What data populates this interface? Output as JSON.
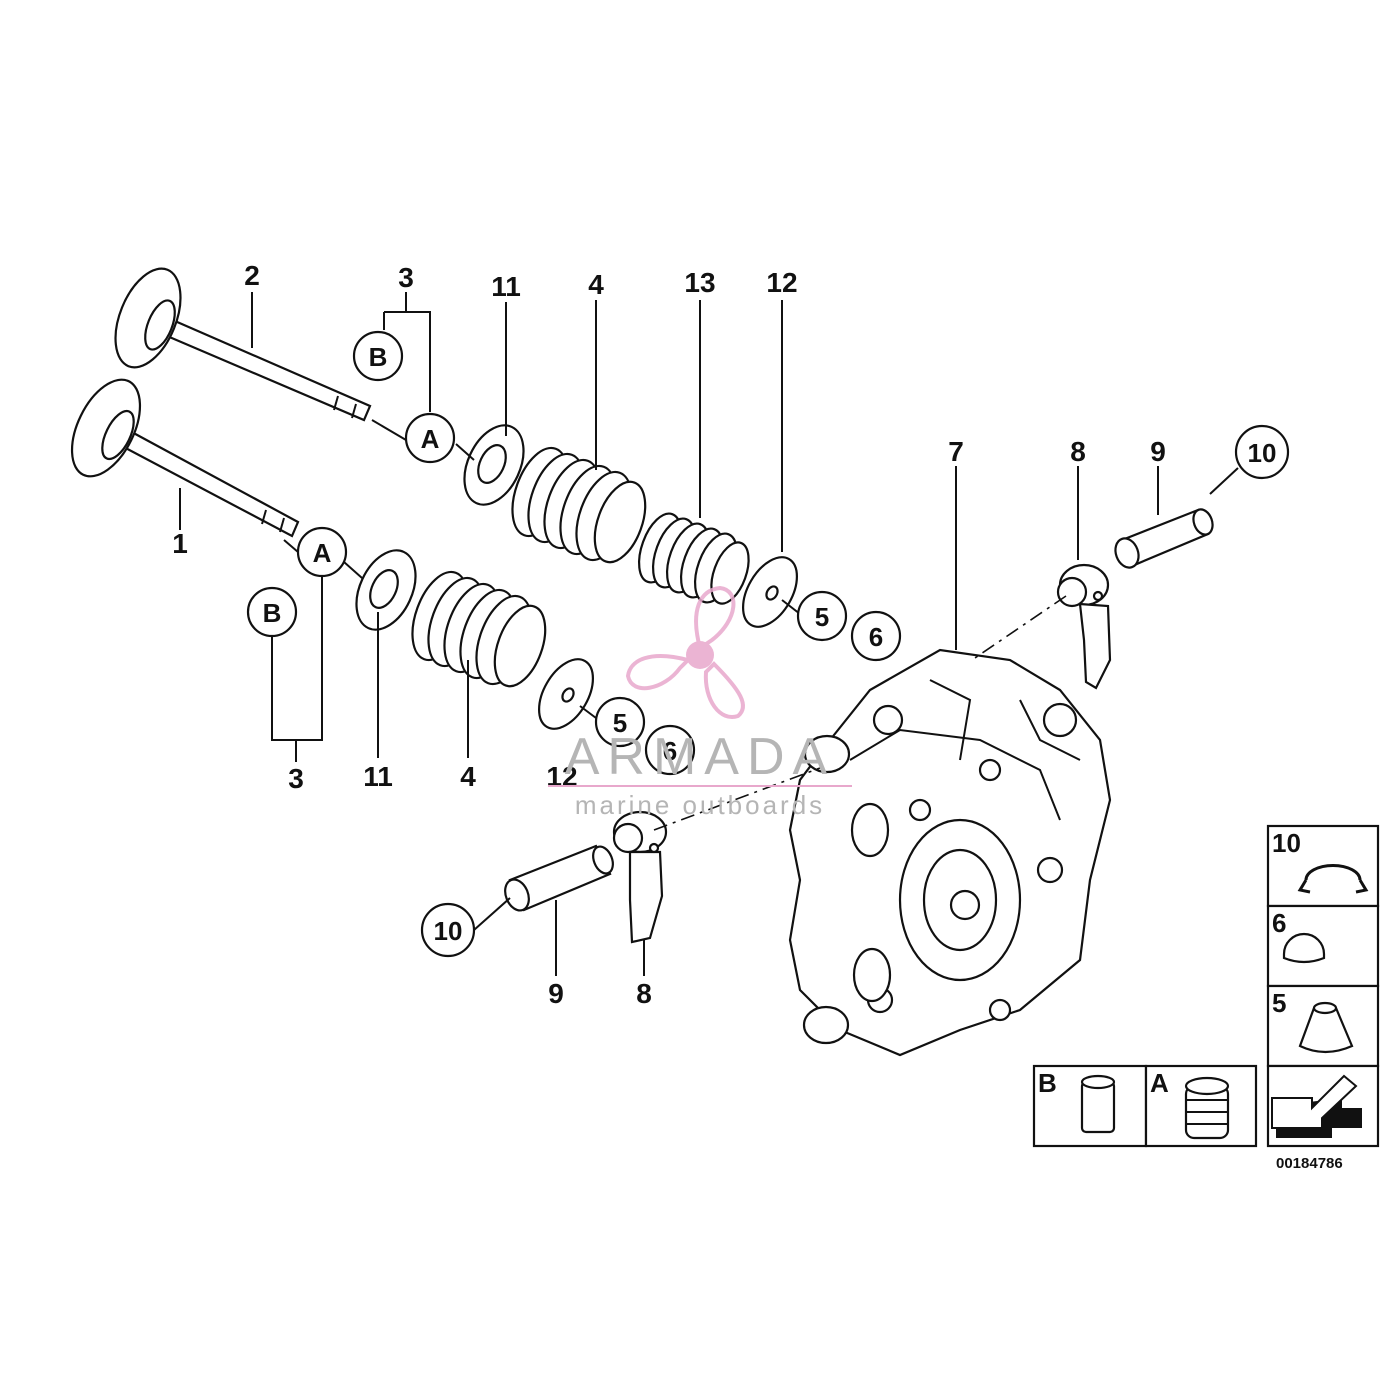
{
  "diagram_id": "00184786",
  "callouts": {
    "c1": "1",
    "c2": "2",
    "c3_top": "3",
    "c3_bottom": "3",
    "c4_top": "4",
    "c4_bottom": "4",
    "c5_top": "5",
    "c5_bottom": "5",
    "c6_top": "6",
    "c6_bottom": "6",
    "c7": "7",
    "c8_top": "8",
    "c8_bottom": "8",
    "c9_top": "9",
    "c9_bottom": "9",
    "c10_top": "10",
    "c10_bottom": "10",
    "c11_top": "11",
    "c11_bottom": "11",
    "c12_top": "12",
    "c12_bottom": "12",
    "c13": "13"
  },
  "circle_refs": {
    "a_top": "A",
    "a_bottom": "A",
    "b_top": "B",
    "b_bottom": "B"
  },
  "legend": {
    "item10": "10",
    "item6": "6",
    "item5": "5",
    "item_b": "B",
    "item_a": "A"
  },
  "watermark": {
    "brand": "ARMADA",
    "tagline": "marine outboards",
    "color": "#e8a8cc"
  },
  "icons": {
    "logo": "propeller-logo-icon",
    "nav": "arrow-icon"
  }
}
